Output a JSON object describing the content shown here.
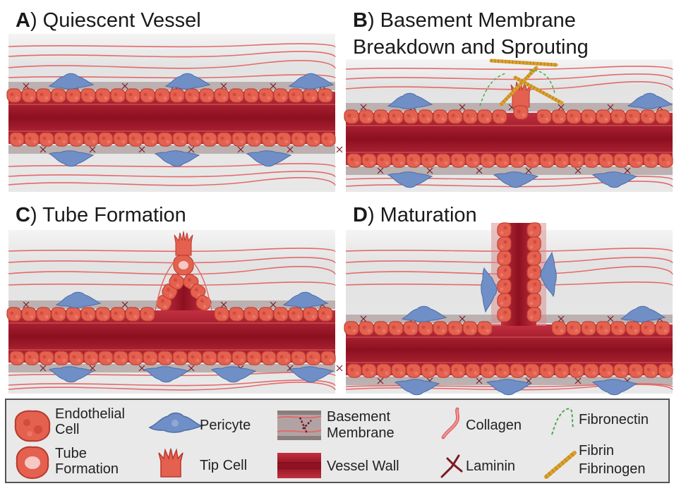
{
  "panels": [
    {
      "id": "A",
      "letter": "A",
      "title_rest": ") Quiescent Vessel",
      "title_line2": "",
      "stage": "quiescent"
    },
    {
      "id": "B",
      "letter": "B",
      "title_rest": ") Basement Membrane",
      "title_line2": "Breakdown and Sprouting",
      "stage": "sprouting"
    },
    {
      "id": "C",
      "letter": "C",
      "title_rest": ") Tube Formation",
      "title_line2": "",
      "stage": "tube"
    },
    {
      "id": "D",
      "letter": "D",
      "title_rest": ") Maturation",
      "title_line2": "",
      "stage": "maturation"
    }
  ],
  "legend": {
    "endothelial_line1": "Endothelial",
    "endothelial_line2": "Cell",
    "tube_line1": "Tube",
    "tube_line2": "Formation",
    "pericyte": "Pericyte",
    "tip_cell": "Tip Cell",
    "basement_line1": "Basement",
    "basement_line2": "Membrane",
    "vessel_wall": "Vessel Wall",
    "collagen": "Collagen",
    "laminin": "Laminin",
    "fibronectin": "Fibronectin",
    "fibrin_line1": "Fibrin",
    "fibrin_line2": "Fibrinogen"
  },
  "colors": {
    "background_panel": "#e6e6e6",
    "endothelial": "#e4604f",
    "endothelial_dark": "#b8392d",
    "vessel_wall": "#a51a2a",
    "vessel_wall_light": "#c8303d",
    "pericyte": "#6f8fc6",
    "collagen": "#e36a6a",
    "laminin": "#7a1a22",
    "fibronectin": "#4aa84a",
    "fibrin": "#d9a030",
    "legend_bg": "#e9e9e9",
    "legend_border": "#555555"
  }
}
